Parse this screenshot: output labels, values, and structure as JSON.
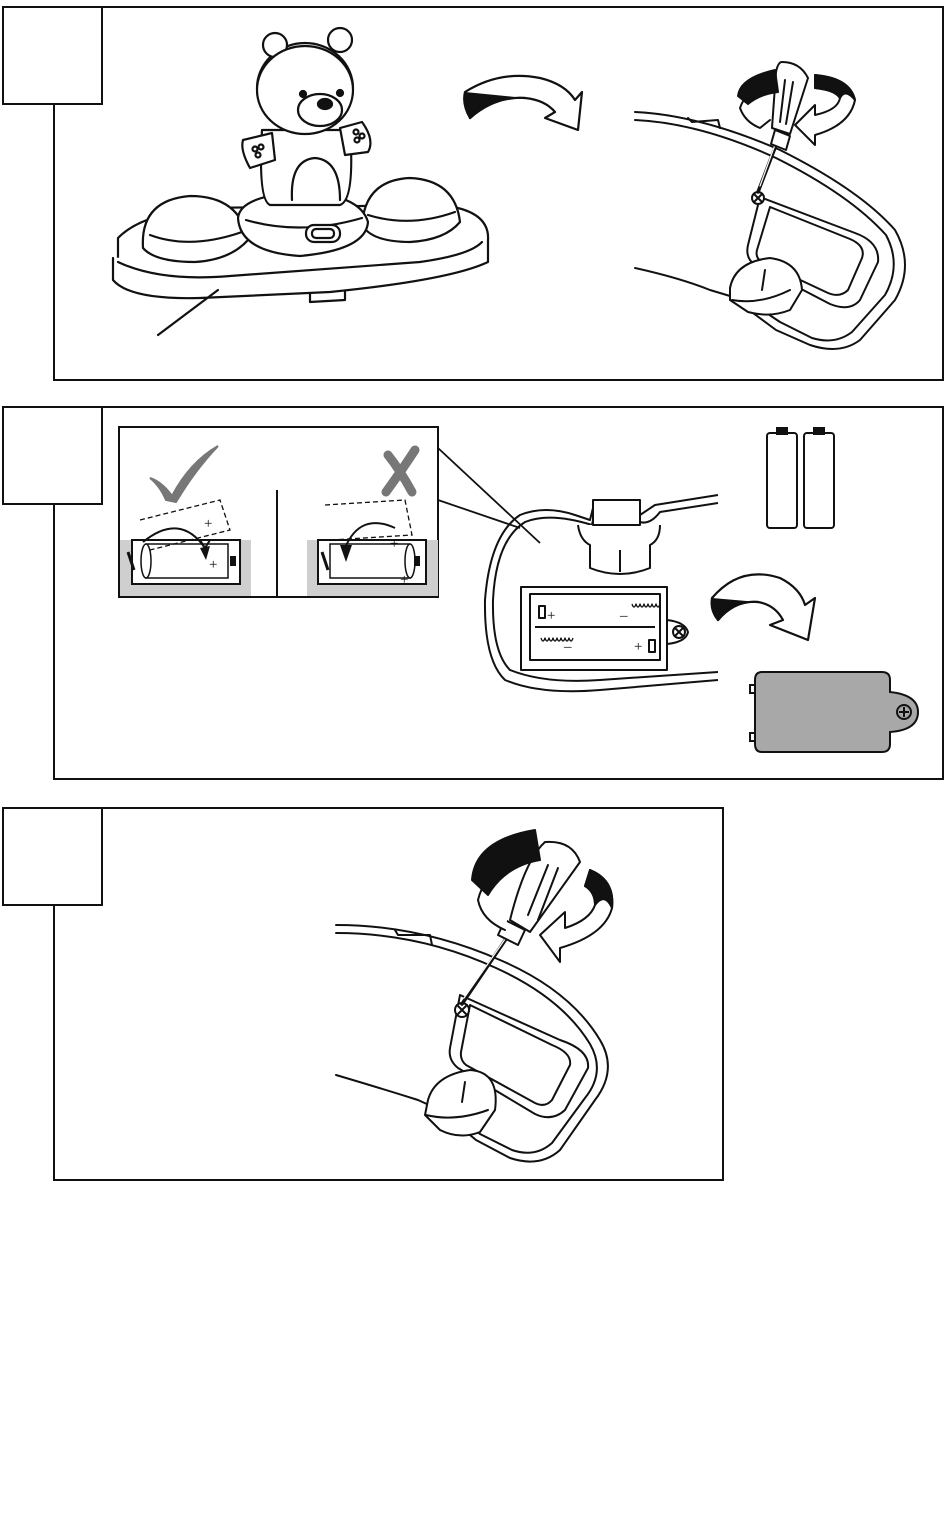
{
  "colors": {
    "line": "#111111",
    "fill_gray": "#a8a8a8",
    "compartment_gray": "#cfcfcf",
    "paper": "#ffffff",
    "check_gray": "#777777"
  },
  "icons": [
    "bear-toy-icon",
    "rotate-arrow-icon",
    "screwdriver-icon",
    "battery-icon",
    "checkmark-icon",
    "cross-icon",
    "battery-cover-icon",
    "screw-icon"
  ],
  "steps": [
    {
      "id": "step-1",
      "description_marks": [
        "+",
        "+"
      ]
    },
    {
      "id": "step-2",
      "correct_marks": [
        "+",
        "+"
      ],
      "wrong_marks": [
        "+",
        "+"
      ],
      "tray_marks": [
        "+",
        "–",
        "–",
        "+"
      ]
    },
    {
      "id": "step-3"
    }
  ]
}
